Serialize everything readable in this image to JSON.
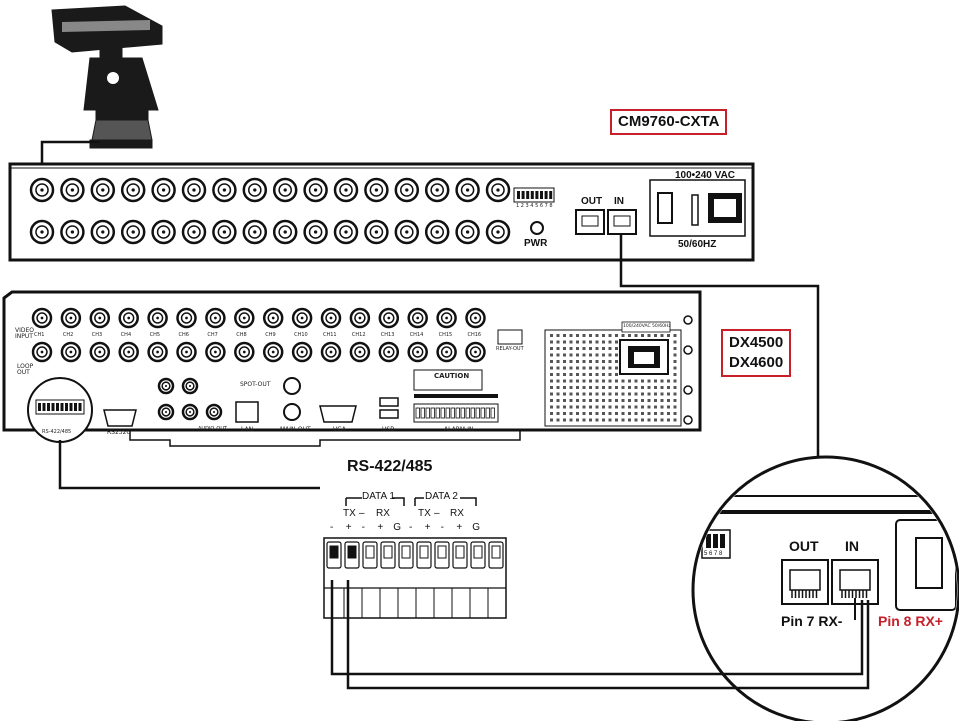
{
  "models": {
    "converter": "CM9760-CXTA",
    "dvr_line1": "DX4500",
    "dvr_line2": "DX4600"
  },
  "converter_panel": {
    "out_label": "OUT",
    "in_label": "IN",
    "pwr_label": "PWR",
    "voltage_label": "100•240 VAC",
    "freq_label": "50/60HZ",
    "dip_numbers": "1 2 3 4 5 6 7 8"
  },
  "dvr_panel": {
    "video_input_label": "VIDEO INPUT",
    "loop_out_label": "LOOP OUT",
    "channels": [
      "CH1",
      "CH2",
      "CH3",
      "CH4",
      "CH5",
      "CH6",
      "CH7",
      "CH8",
      "CH9",
      "CH10",
      "CH11",
      "CH12",
      "CH13",
      "CH14",
      "CH15",
      "CH16"
    ],
    "caution_label": "CAUTION",
    "power_label": "100/240VAC 50/60Hz",
    "spot_out_label": "SPOT-OUT",
    "lan_label": "LAN",
    "main_out_label": "MAIN-OUT",
    "vga_label": "VGA",
    "usb_label": "USB",
    "alarm_label": "ALARM-IN",
    "relay_label": "RELAY-OUT",
    "rs232_label": "RS232C",
    "rs422_label": "RS-422/485",
    "audio_out_label": "AUDIO-OUT"
  },
  "terminal": {
    "title": "RS-422/485",
    "data1": "DATA 1",
    "data2": "DATA 2",
    "tx": "TX",
    "rx": "RX",
    "pin_signs": [
      "-",
      "+",
      "-",
      "+",
      "G",
      "-",
      "+",
      "-",
      "+",
      "G"
    ]
  },
  "detail": {
    "out_label": "OUT",
    "in_label": "IN",
    "pin7": "Pin 7 RX-",
    "pin8": "Pin 8 RX+",
    "dip_numbers": "5 6 7 8"
  },
  "colors": {
    "label_border": "#c8202a",
    "pin8_text": "#c8202a"
  }
}
